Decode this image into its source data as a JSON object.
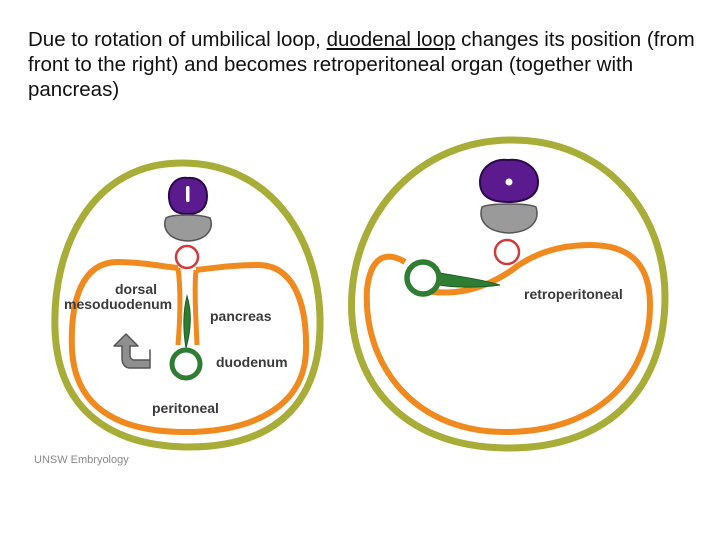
{
  "caption": {
    "part1": "Due to rotation of umbilical loop, ",
    "link": "duodenal loop",
    "part2": " changes its position (from front to the right) and becomes retroperitoneal organ (together with pancreas)"
  },
  "left_diagram": {
    "labels": {
      "dorsal": "dorsal",
      "mesoduodenum": "mesoduodenum",
      "pancreas": "pancreas",
      "duodenum": "duodenum",
      "peritoneal": "peritoneal"
    },
    "arrow_icon": "curved-arrow-up-left"
  },
  "right_diagram": {
    "labels": {
      "retroperitoneal": "retroperitoneal"
    }
  },
  "credit": "UNSW Embryology",
  "colors": {
    "body_wall": "#a8ad37",
    "peritoneum": "#f08a1e",
    "gut_green": "#2e7d32",
    "spinal_cord": "#5b1a8e",
    "vertebra": "#9a9a9a",
    "aorta": "#d03a3a"
  }
}
